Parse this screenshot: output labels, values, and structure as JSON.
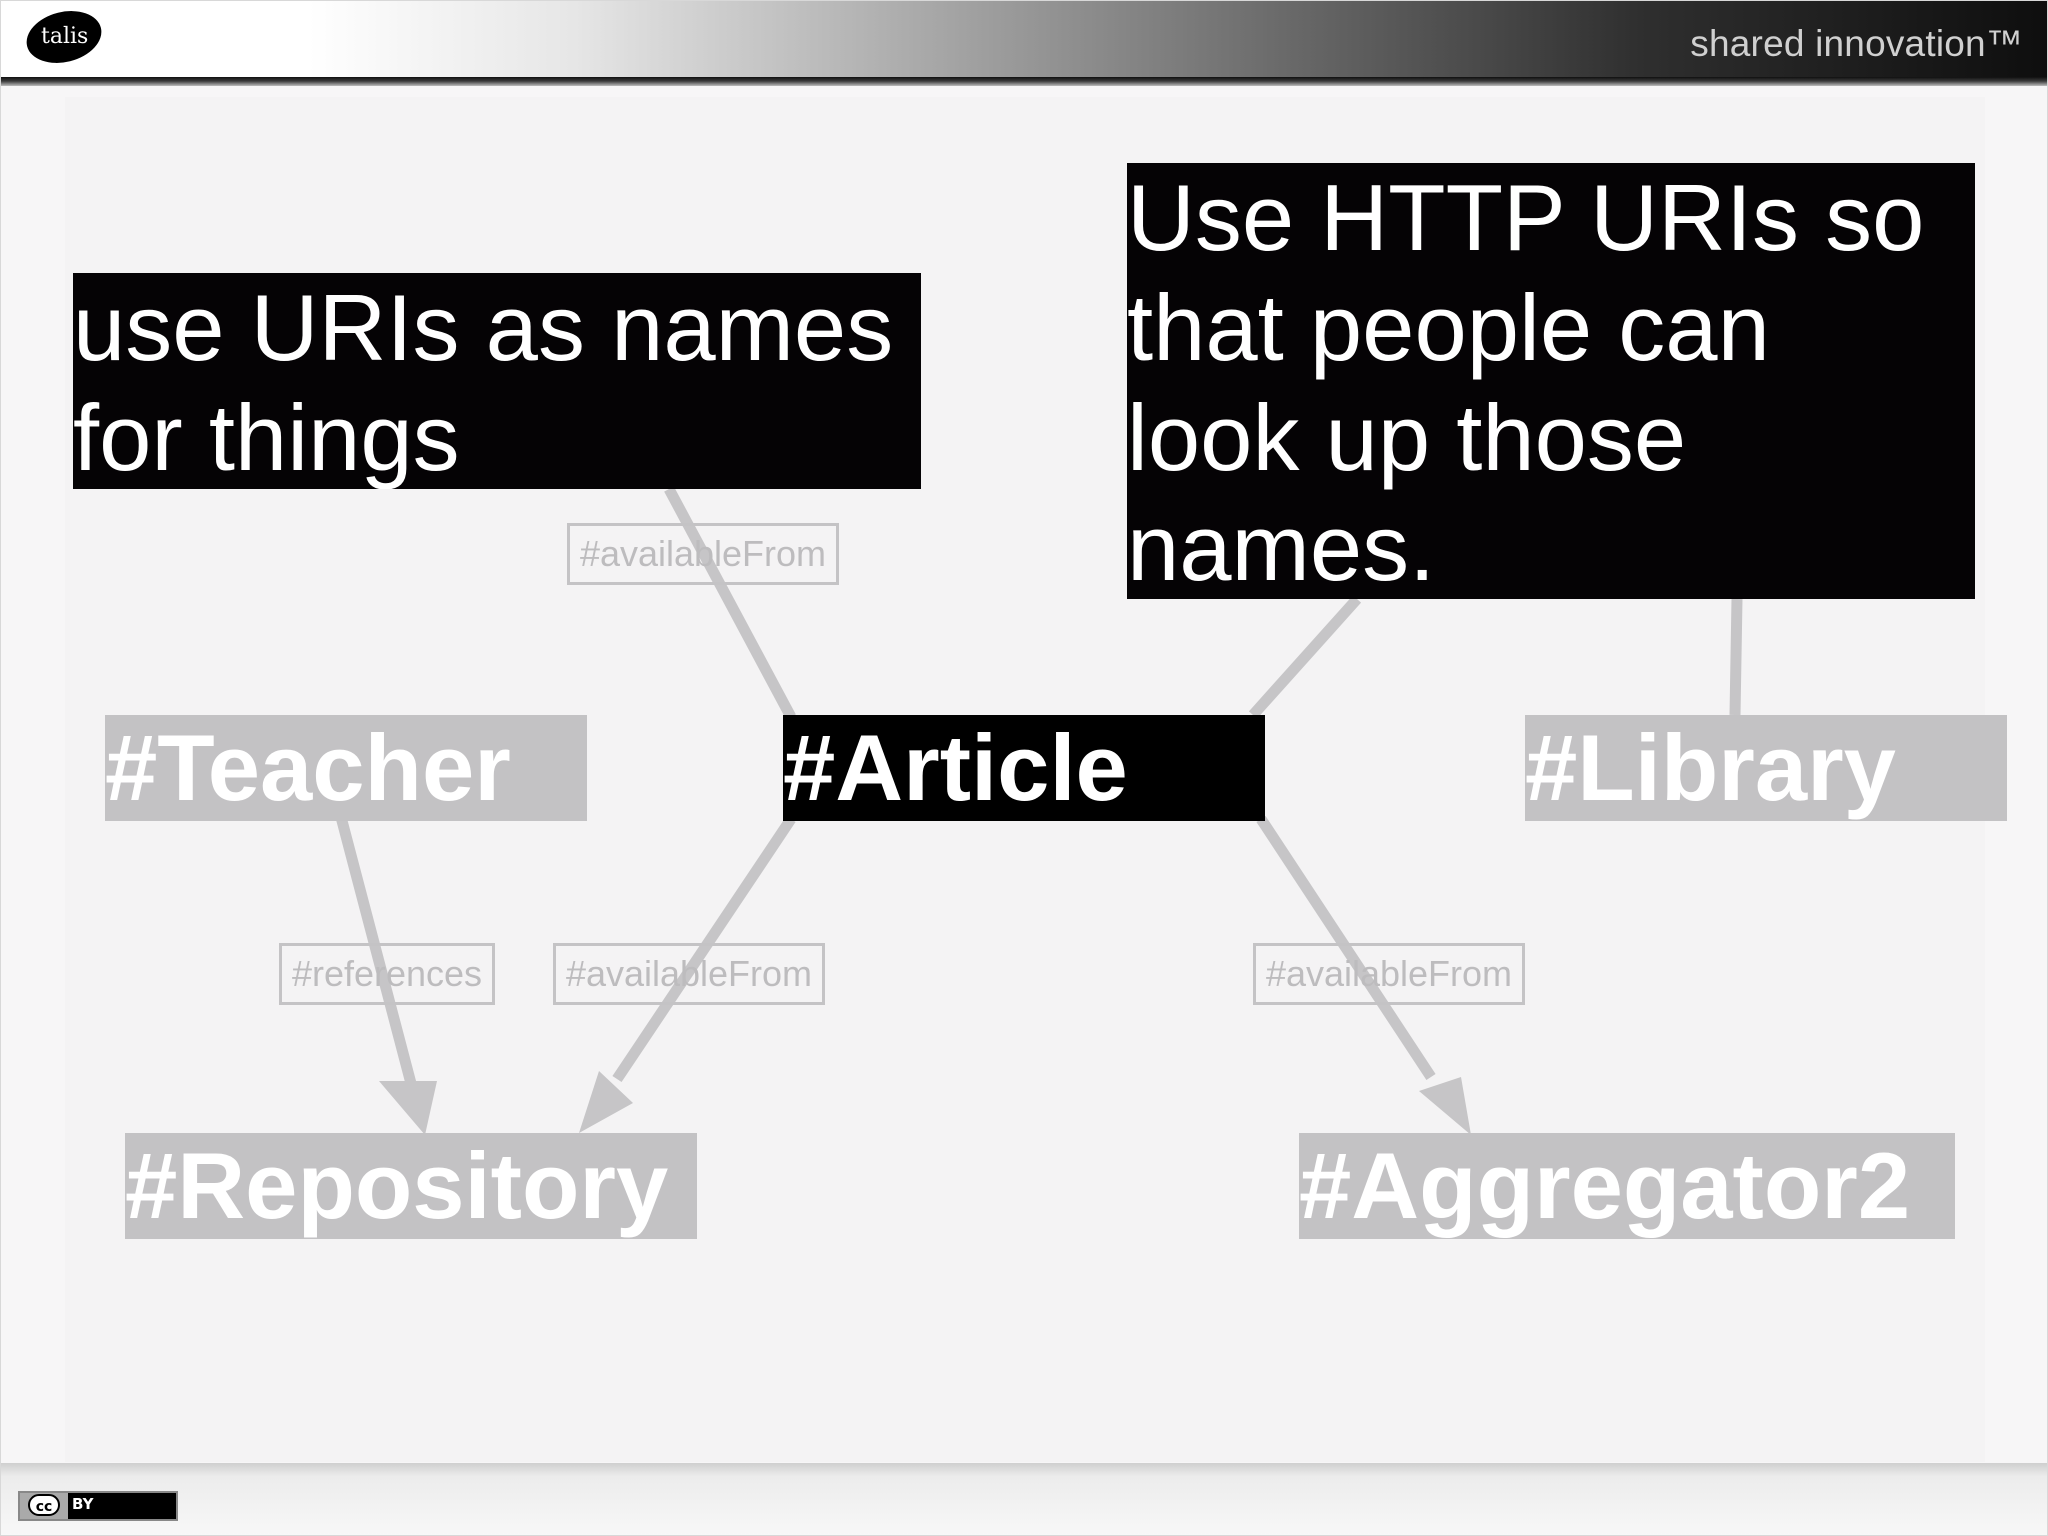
{
  "header": {
    "logo_text": "talis",
    "tagline": "shared innovation™"
  },
  "callouts": [
    {
      "id": "left",
      "text": "use URIs as names\nfor things"
    },
    {
      "id": "right",
      "text": "Use HTTP URIs so\nthat people can\nlook up those\nnames."
    }
  ],
  "nodes": {
    "teacher": "#Teacher",
    "article": "#Article",
    "library": "#Library",
    "repository": "#Repository",
    "aggregator": "#Aggregator2"
  },
  "edge_labels": {
    "top": "#availableFrom",
    "references": "#references",
    "left": "#availableFrom",
    "right": "#availableFrom"
  },
  "footer": {
    "license_cc": "cc",
    "license_by": "BY"
  }
}
